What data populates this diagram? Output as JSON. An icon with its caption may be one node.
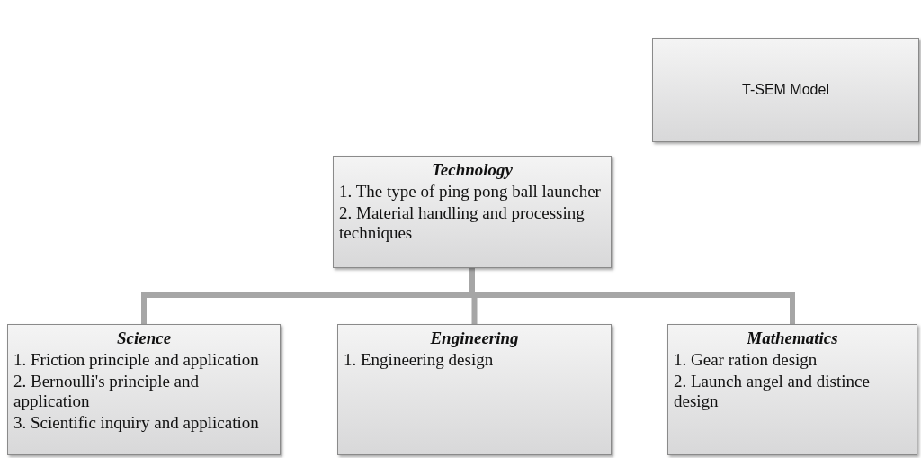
{
  "diagram": {
    "nodes": [
      {
        "text": [
          "T-SEM Model"
        ]
      },
      {
        "text": [
          "Technology",
          "1. The type of ping pong ball launcher",
          "2. Material handling and processing techniques"
        ]
      },
      {
        "text": [
          "Science",
          "1. Friction principle and application",
          "2. Bernoulli's principle and application",
          "3. Scientific inquiry and application"
        ]
      },
      {
        "text": [
          "Engineering",
          "1. Engineering design"
        ]
      },
      {
        "text": [
          "Mathematics",
          "1. Gear ration design",
          "2. Launch angel and distince design"
        ]
      }
    ],
    "edges": [
      {
        "from": 1,
        "to": 2,
        "arrow": "none"
      },
      {
        "from": 1,
        "to": 3,
        "arrow": "none"
      },
      {
        "from": 1,
        "to": 4,
        "arrow": "none"
      }
    ]
  }
}
